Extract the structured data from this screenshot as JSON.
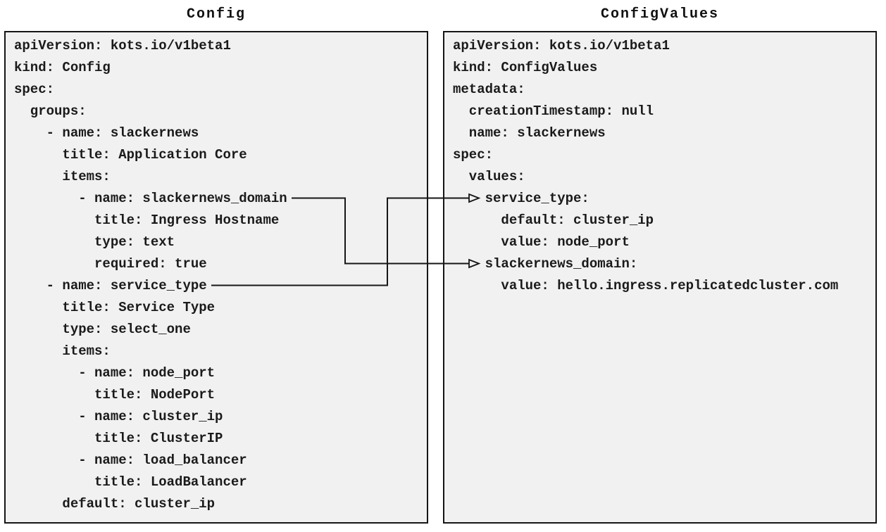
{
  "colors": {
    "page_background": "#ffffff",
    "box_fill": "#f1f1f2",
    "box_border": "#161616",
    "text": "#1a1a1a",
    "connector": "#161616"
  },
  "left_panel": {
    "title": "Config",
    "code_lines": [
      "apiVersion: kots.io/v1beta1",
      "kind: Config",
      "spec:",
      "  groups:",
      "    - name: slackernews",
      "      title: Application Core",
      "      items:",
      "        - name: slackernews_domain",
      "          title: Ingress Hostname",
      "          type: text",
      "          required: true",
      "    - name: service_type",
      "      title: Service Type",
      "      type: select_one",
      "      items:",
      "        - name: node_port",
      "          title: NodePort",
      "        - name: cluster_ip",
      "          title: ClusterIP",
      "        - name: load_balancer",
      "          title: LoadBalancer",
      "      default: cluster_ip"
    ]
  },
  "right_panel": {
    "title": "ConfigValues",
    "code_lines": [
      "apiVersion: kots.io/v1beta1",
      "kind: ConfigValues",
      "metadata:",
      "  creationTimestamp: null",
      "  name: slackernews",
      "spec:",
      "  values:",
      "    service_type:",
      "      default: cluster_ip",
      "      value: node_port",
      "    slackernews_domain:",
      "      value: hello.ingress.replicatedcluster.com"
    ]
  },
  "connectors": [
    {
      "from_label": "- name: slackernews_domain",
      "to_label": "slackernews_domain:"
    },
    {
      "from_label": "- name: service_type",
      "to_label": "service_type:"
    }
  ]
}
